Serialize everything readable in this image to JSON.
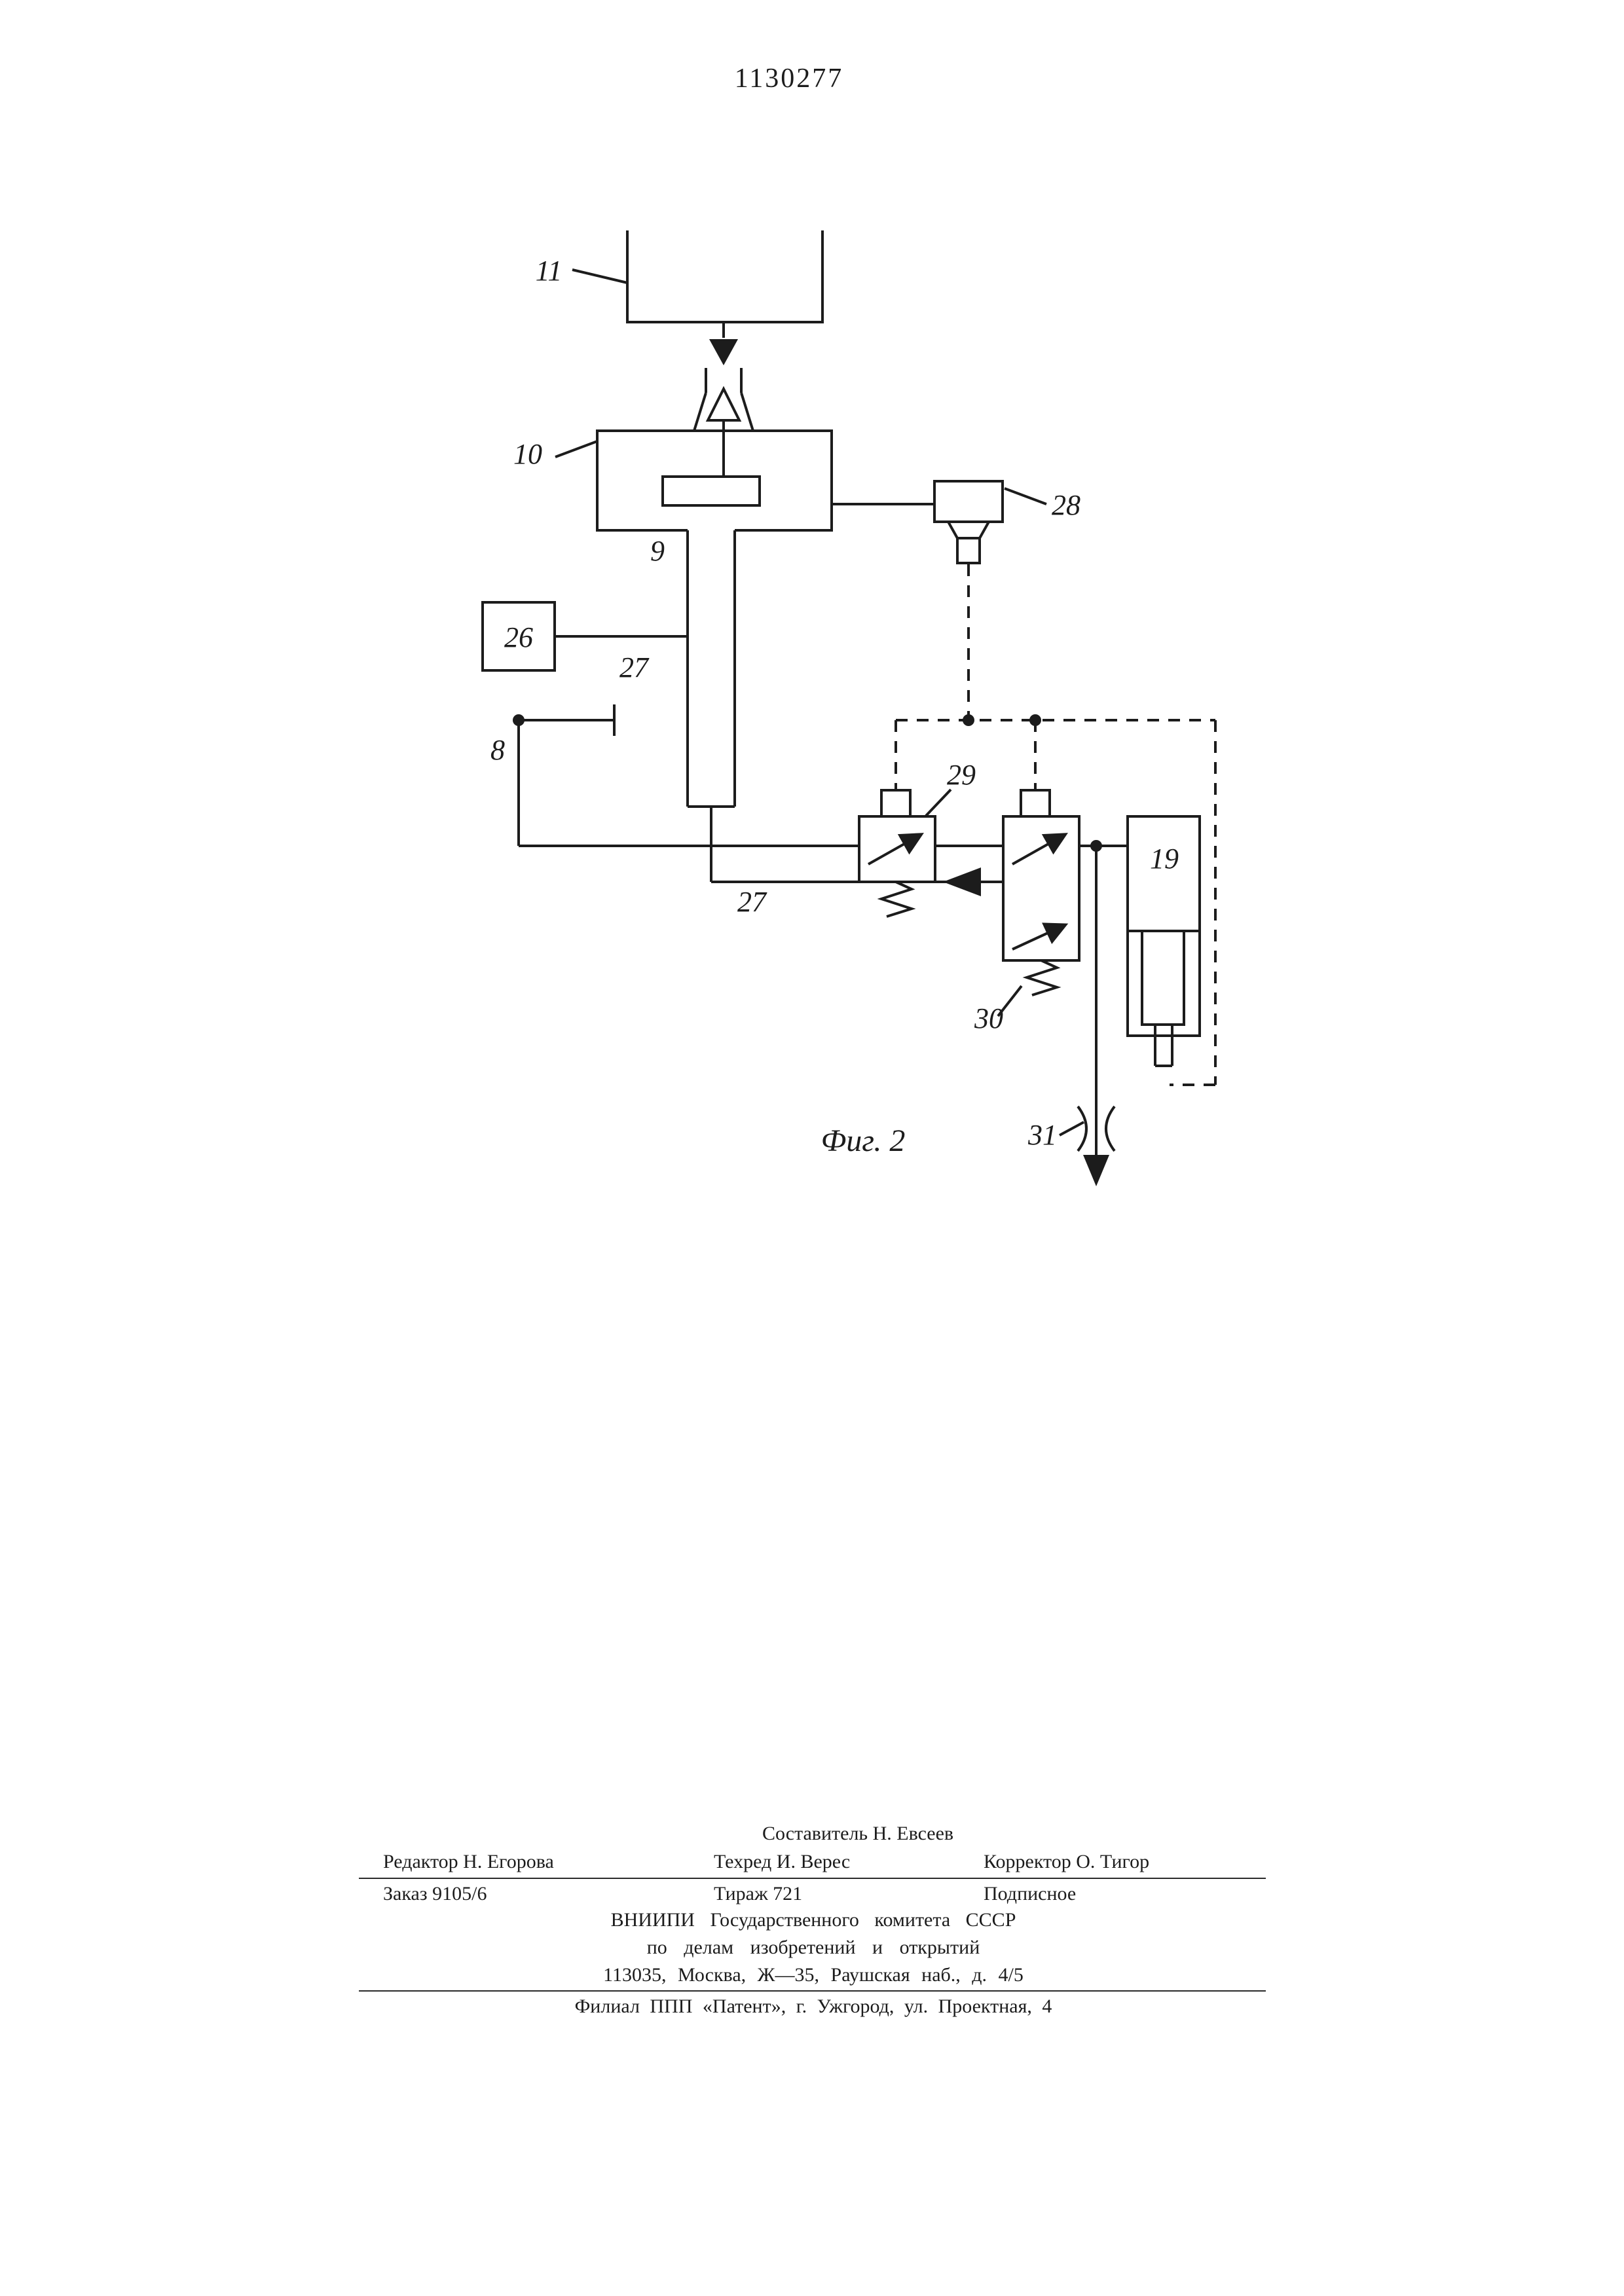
{
  "page": {
    "patent_number": "1130277"
  },
  "figure": {
    "caption": "Фиг. 2",
    "labels": {
      "tank": "11",
      "chamber": "10",
      "cavity": "9",
      "block26": "26",
      "line27_upper": "27",
      "electrode": "8",
      "line27_lower": "27",
      "sensor": "28",
      "valve29": "29",
      "valve30": "30",
      "cylinder": "19",
      "jet": "31"
    }
  },
  "footer": {
    "compiler": "Составитель Н. Евсеев",
    "editor": "Редактор Н. Егорова",
    "techred": "Техред И. Верес",
    "corrector": "Корректор О. Тигор",
    "order": "Заказ 9105/6",
    "print_run": "Тираж 721",
    "subscription": "Подписное",
    "org1": "ВНИИПИ Государственного комитета СССР",
    "org2": "по делам изобретений и открытий",
    "org3": "113035, Москва, Ж—35, Раушская наб., д. 4/5",
    "branch": "Филиал ППП «Патент», г. Ужгород, ул. Проектная, 4"
  }
}
